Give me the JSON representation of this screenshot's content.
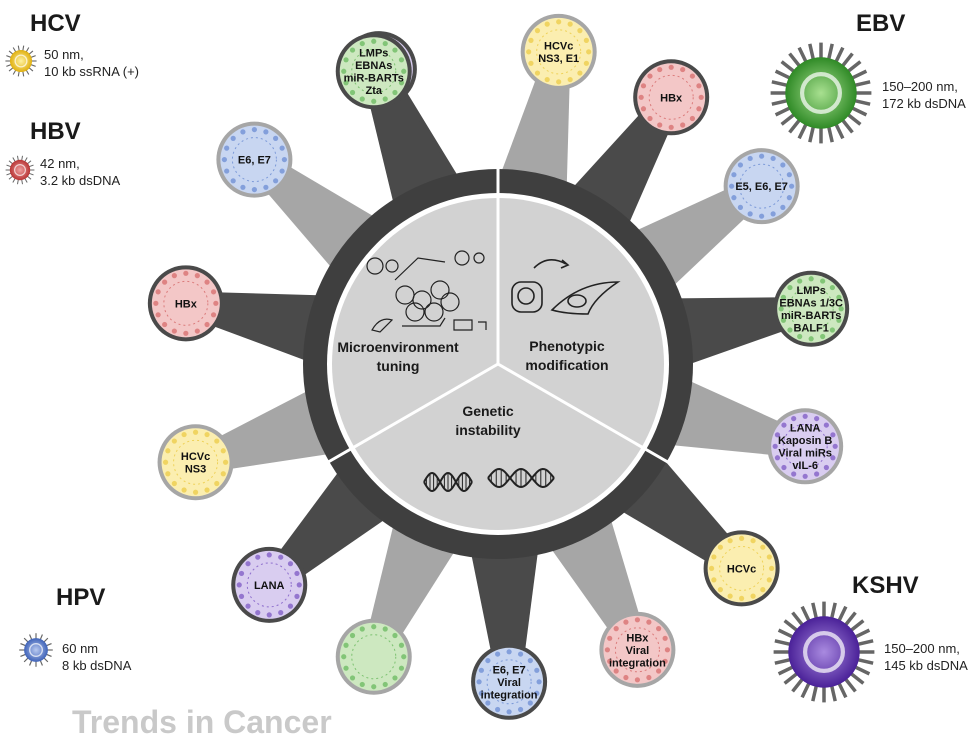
{
  "viruses": {
    "hcv": {
      "name": "HCV",
      "size": "50 nm,",
      "genome": "10 kb ssRNA (+)",
      "color": "#e8c020"
    },
    "hbv": {
      "name": "HBV",
      "size": "42 nm,",
      "genome": "3.2 kb dsDNA",
      "color": "#cc4a4a"
    },
    "ebv": {
      "name": "EBV",
      "size": "150–200 nm,",
      "genome": "172 kb dsDNA",
      "color": "#46a83a"
    },
    "hpv": {
      "name": "HPV",
      "size": "60 nm",
      "genome": "8 kb dsDNA",
      "color": "#4a72c8"
    },
    "kshv": {
      "name": "KSHV",
      "size": "150–200 nm,",
      "genome": "145 kb dsDNA",
      "color": "#5b2fb5"
    }
  },
  "hallmarks": {
    "microenvironment": [
      "Microenvironment",
      "tuning"
    ],
    "phenotypic": [
      "Phenotypic",
      "modification"
    ],
    "genetic": [
      "Genetic",
      "instability"
    ]
  },
  "bubbles": [
    {
      "virus": "kshv",
      "lines": [
        "LANA",
        "Kaposin B",
        "Viral miRs"
      ]
    },
    {
      "virus": "hcv",
      "lines": [
        "HCVc",
        "NS3, E1"
      ]
    },
    {
      "virus": "hbv",
      "lines": [
        "HBx"
      ]
    },
    {
      "virus": "hpv",
      "lines": [
        "E5, E6, E7"
      ]
    },
    {
      "virus": "ebv",
      "lines": [
        "LMPs",
        "EBNAs 1/3C",
        "miR-BARTs",
        "BALF1"
      ]
    },
    {
      "virus": "kshv",
      "lines": [
        "LANA",
        "Kaposin B",
        "Viral miRs",
        "vIL-6"
      ]
    },
    {
      "virus": "hcv",
      "lines": [
        "HCVc"
      ]
    },
    {
      "virus": "hbv",
      "lines": [
        "HBx",
        "Viral",
        "integration"
      ]
    },
    {
      "virus": "hpv",
      "lines": [
        "E6, E7",
        "Viral",
        "integration"
      ]
    },
    {
      "virus": "ebv",
      "lines": []
    },
    {
      "virus": "kshv",
      "lines": [
        "LANA"
      ]
    },
    {
      "virus": "hcv",
      "lines": [
        "HCVc",
        "NS3"
      ]
    },
    {
      "virus": "hbv",
      "lines": [
        "HBx"
      ]
    },
    {
      "virus": "hpv",
      "lines": [
        "E6, E7"
      ]
    },
    {
      "virus": "ebv",
      "lines": [
        "LMPs",
        "EBNAs",
        "miR-BARTs",
        "Zta"
      ]
    }
  ],
  "colors": {
    "ring": "#3f3f3f",
    "center": "#d2d2d2",
    "stalk_dark": "#4a4a4a",
    "stalk_light": "#a6a6a6",
    "hcv_fill": "#fbeeb0",
    "hbv_fill": "#f3c7c7",
    "ebv_fill": "#cde8c0",
    "hpv_fill": "#c8d6f1",
    "kshv_fill": "#d9cdf0"
  },
  "footer": {
    "brand": "Trends in Cancer"
  }
}
